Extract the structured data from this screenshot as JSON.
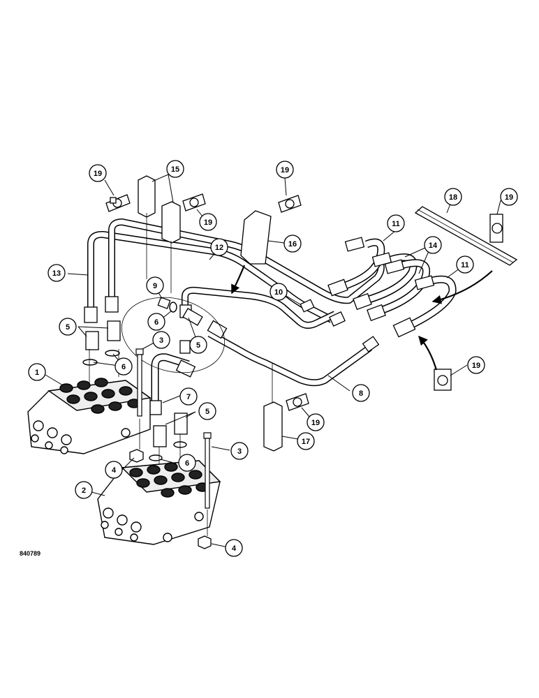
{
  "drawing": {
    "id": "840789"
  },
  "callouts": [
    {
      "key": "c19a",
      "label": "19"
    },
    {
      "key": "c15",
      "label": "15"
    },
    {
      "key": "c19b",
      "label": "19"
    },
    {
      "key": "c19c",
      "label": "19"
    },
    {
      "key": "c18",
      "label": "18"
    },
    {
      "key": "c19d",
      "label": "19"
    },
    {
      "key": "c11a",
      "label": "11"
    },
    {
      "key": "c14",
      "label": "14"
    },
    {
      "key": "c11b",
      "label": "11"
    },
    {
      "key": "c12",
      "label": "12"
    },
    {
      "key": "c16",
      "label": "16"
    },
    {
      "key": "c13",
      "label": "13"
    },
    {
      "key": "c9",
      "label": "9"
    },
    {
      "key": "c10",
      "label": "10"
    },
    {
      "key": "c6a",
      "label": "6"
    },
    {
      "key": "c5a",
      "label": "5"
    },
    {
      "key": "c5b",
      "label": "5"
    },
    {
      "key": "c3a",
      "label": "3"
    },
    {
      "key": "c6b",
      "label": "6"
    },
    {
      "key": "c1",
      "label": "1"
    },
    {
      "key": "c7",
      "label": "7"
    },
    {
      "key": "c8",
      "label": "8"
    },
    {
      "key": "c19e",
      "label": "19"
    },
    {
      "key": "c5c",
      "label": "5"
    },
    {
      "key": "c19f",
      "label": "19"
    },
    {
      "key": "c17",
      "label": "17"
    },
    {
      "key": "c3b",
      "label": "3"
    },
    {
      "key": "c4a",
      "label": "4"
    },
    {
      "key": "c6c",
      "label": "6"
    },
    {
      "key": "c2",
      "label": "2"
    },
    {
      "key": "c4b",
      "label": "4"
    }
  ]
}
